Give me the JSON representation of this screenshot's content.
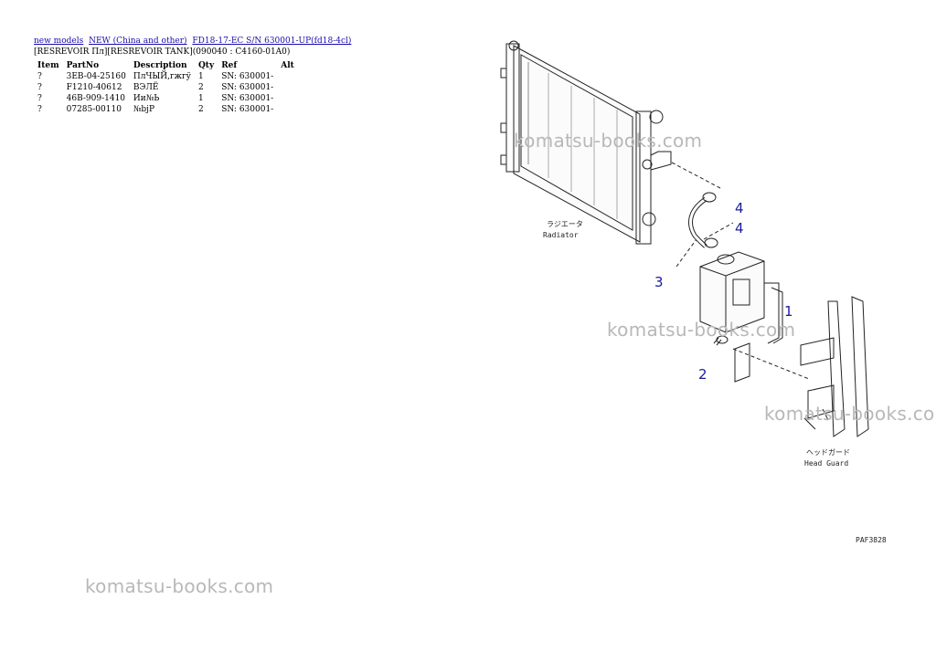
{
  "breadcrumb": {
    "links": [
      "new models",
      "NEW (China and other)",
      "FD18-17-EC S/N 630001-UP(fd18-4cl)"
    ]
  },
  "subtitle": "[RESREVOIR Пл][RESREVOIR TANK](090040 : C4160-01A0)",
  "table": {
    "headers": [
      "Item",
      "PartNo",
      "Description",
      "Qty",
      "Ref",
      "Alt"
    ],
    "rows": [
      [
        "?",
        "3EB-04-25160",
        "ПлЧЫЙ,гжгў",
        "1",
        "SN: 630001-",
        ""
      ],
      [
        "?",
        "F1210-40612",
        "ВЭЛЁ",
        "2",
        "SN: 630001-",
        ""
      ],
      [
        "?",
        "46B-909-1410",
        "Ии№Ь",
        "1",
        "SN: 630001-",
        ""
      ],
      [
        "?",
        "07285-00110",
        "№bјР",
        "2",
        "SN: 630001-",
        ""
      ]
    ]
  },
  "diagram": {
    "callouts": [
      "1",
      "2",
      "3",
      "4",
      "4"
    ],
    "radiator_jp": "ラジエータ",
    "radiator_label": "Radiator",
    "headguard_jp": "ヘッドガード",
    "headguard_label": "Head Guard",
    "drawing_code": "PAF3828"
  },
  "watermark": "komatsu-books.com"
}
